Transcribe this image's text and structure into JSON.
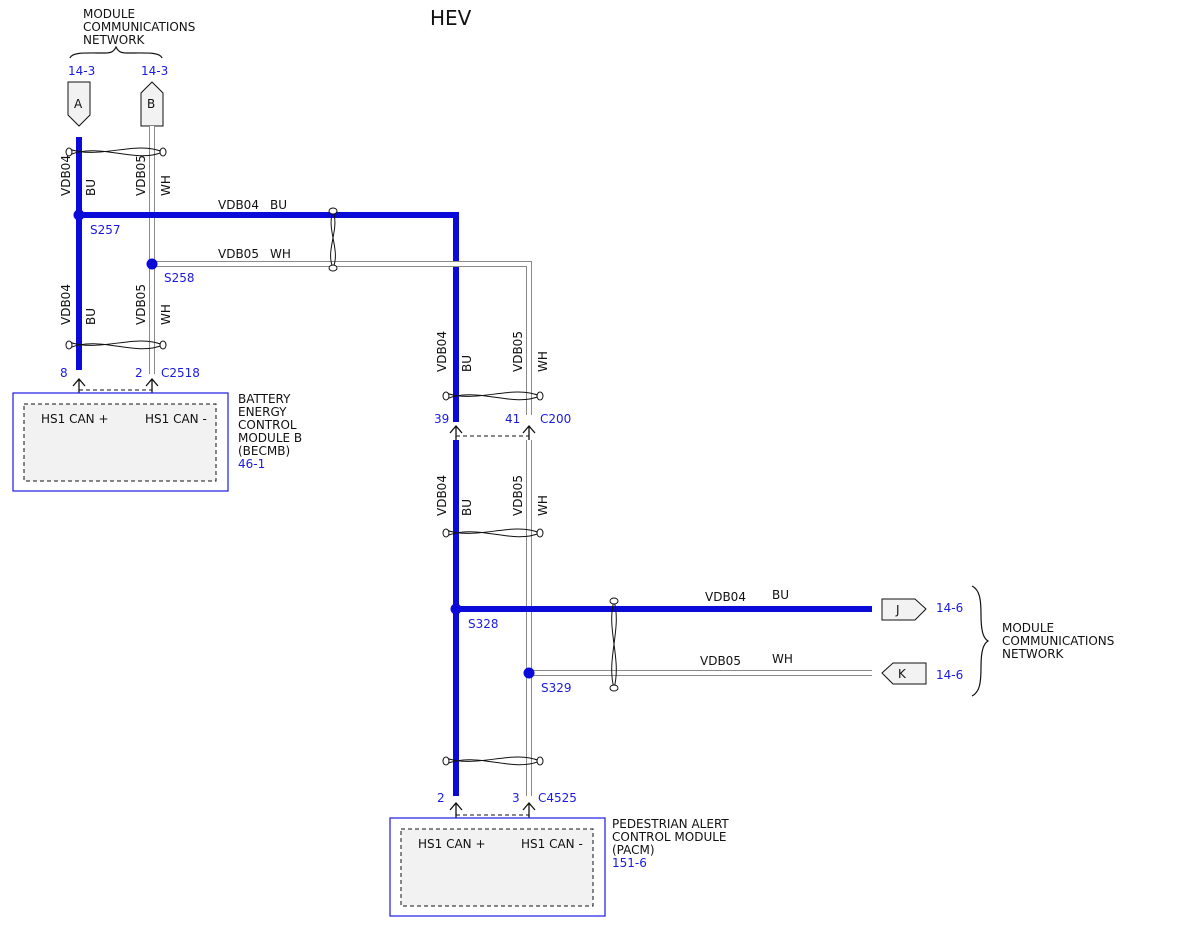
{
  "title": "HEV",
  "network": {
    "top_label": [
      "MODULE",
      "COMMUNICATIONS",
      "NETWORK"
    ],
    "right_label": [
      "MODULE",
      "COMMUNICATIONS",
      "NETWORK"
    ]
  },
  "connectors_top": [
    {
      "letter": "A",
      "ref": "14-3"
    },
    {
      "letter": "B",
      "ref": "14-3"
    }
  ],
  "connectors_right": [
    {
      "letter": "J",
      "ref": "14-6"
    },
    {
      "letter": "K",
      "ref": "14-6"
    }
  ],
  "circuits": {
    "can_high": {
      "id": "VDB04",
      "color": "BU"
    },
    "can_low": {
      "id": "VDB05",
      "color": "WH"
    }
  },
  "splices": [
    "S257",
    "S258",
    "S328",
    "S329"
  ],
  "connectors": [
    {
      "id": "C2518",
      "pin_high": "8",
      "pin_low": "2"
    },
    {
      "id": "C200",
      "pin_high": "39",
      "pin_low": "41"
    },
    {
      "id": "C4525",
      "pin_high": "2",
      "pin_low": "3"
    }
  ],
  "modules": [
    {
      "name_lines": [
        "BATTERY",
        "ENERGY",
        "CONTROL",
        "MODULE B",
        "(BECMB)"
      ],
      "ref": "46-1",
      "pin_high_label": "HS1 CAN +",
      "pin_low_label": "HS1 CAN -"
    },
    {
      "name_lines": [
        "PEDESTRIAN ALERT",
        "CONTROL MODULE",
        "(PACM)"
      ],
      "ref": "151-6",
      "pin_high_label": "HS1 CAN +",
      "pin_low_label": "HS1 CAN -"
    }
  ],
  "colors": {
    "wire_blue": "#0a0ad9",
    "wire_white_outline": "#8a8a8a",
    "reference_text": "#1a1ae6"
  }
}
